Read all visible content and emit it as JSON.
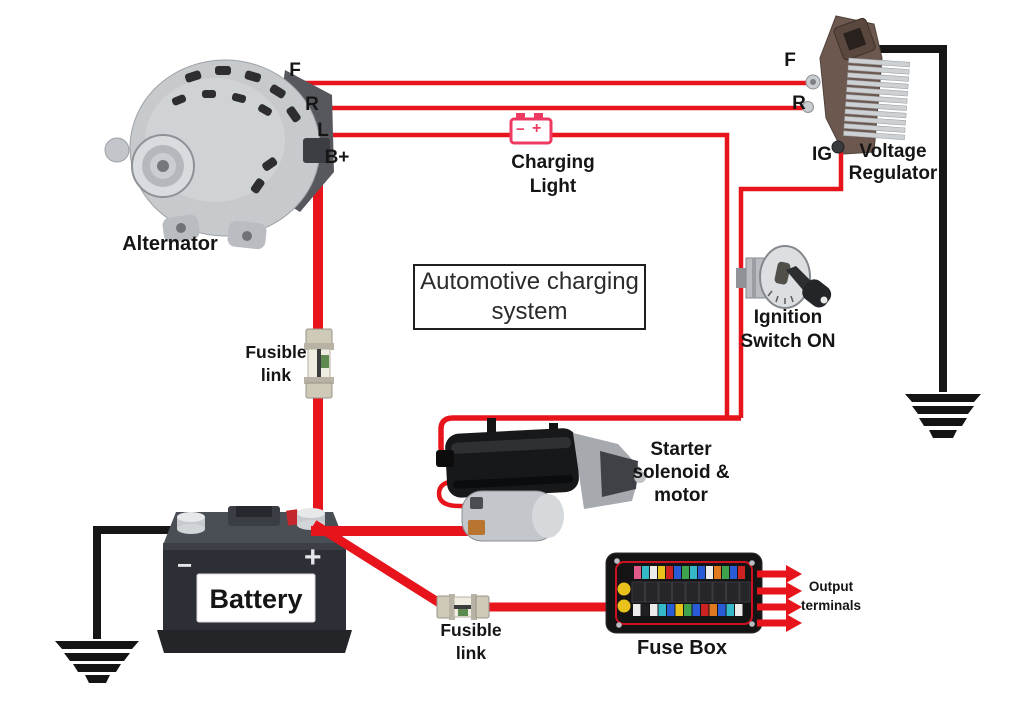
{
  "title": {
    "line1": "Automotive charging",
    "line2": "system"
  },
  "labels": {
    "alternator": "Alternator",
    "voltage_regulator": {
      "line1": "Voltage",
      "line2": "Regulator"
    },
    "charging_light": {
      "line1": "Charging",
      "line2": "Light"
    },
    "ignition_switch": {
      "line1": "Ignition",
      "line2": "Switch ON"
    },
    "fusible_link_top": {
      "line1": "Fusible",
      "line2": "link"
    },
    "fusible_link_bottom": {
      "line1": "Fusible",
      "line2": "link"
    },
    "starter": {
      "line1": "Starter",
      "line2": "solenoid &",
      "line3": "motor"
    },
    "battery": "Battery",
    "fuse_box": "Fuse Box",
    "output_terminals": {
      "line1": "Output",
      "line2": "terminals"
    }
  },
  "terminals": {
    "alternator_f": "F",
    "alternator_r": "R",
    "alternator_l": "L",
    "alternator_bplus": "B+",
    "regulator_f": "F",
    "regulator_r": "R",
    "regulator_ig": "IG"
  },
  "battery_symbols": {
    "minus": "−",
    "plus": "+"
  },
  "charging_light_icon": {
    "minus": "−",
    "plus": "+"
  },
  "colors": {
    "wire_red": "#e8141c",
    "ground_black": "#161616",
    "charging_light_pink": "#ee3a62",
    "fuse_box_outline_red": "#cc1122",
    "label_black": "#151515"
  }
}
